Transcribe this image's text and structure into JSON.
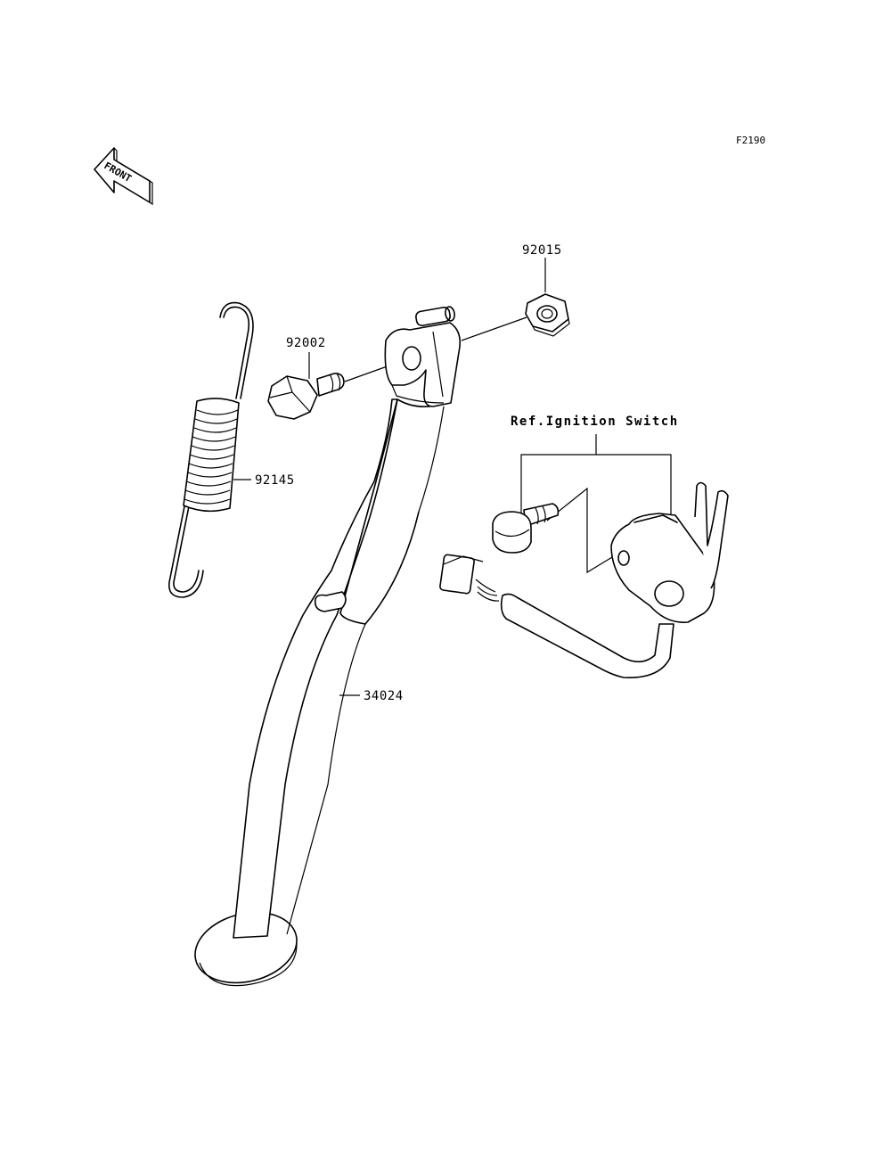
{
  "figure_code": "F2190",
  "front_indicator": "FRONT",
  "parts": [
    {
      "number": "92015"
    },
    {
      "number": "92002"
    },
    {
      "number": "92145"
    },
    {
      "number": "34024"
    }
  ],
  "reference": "Ref.Ignition Switch"
}
